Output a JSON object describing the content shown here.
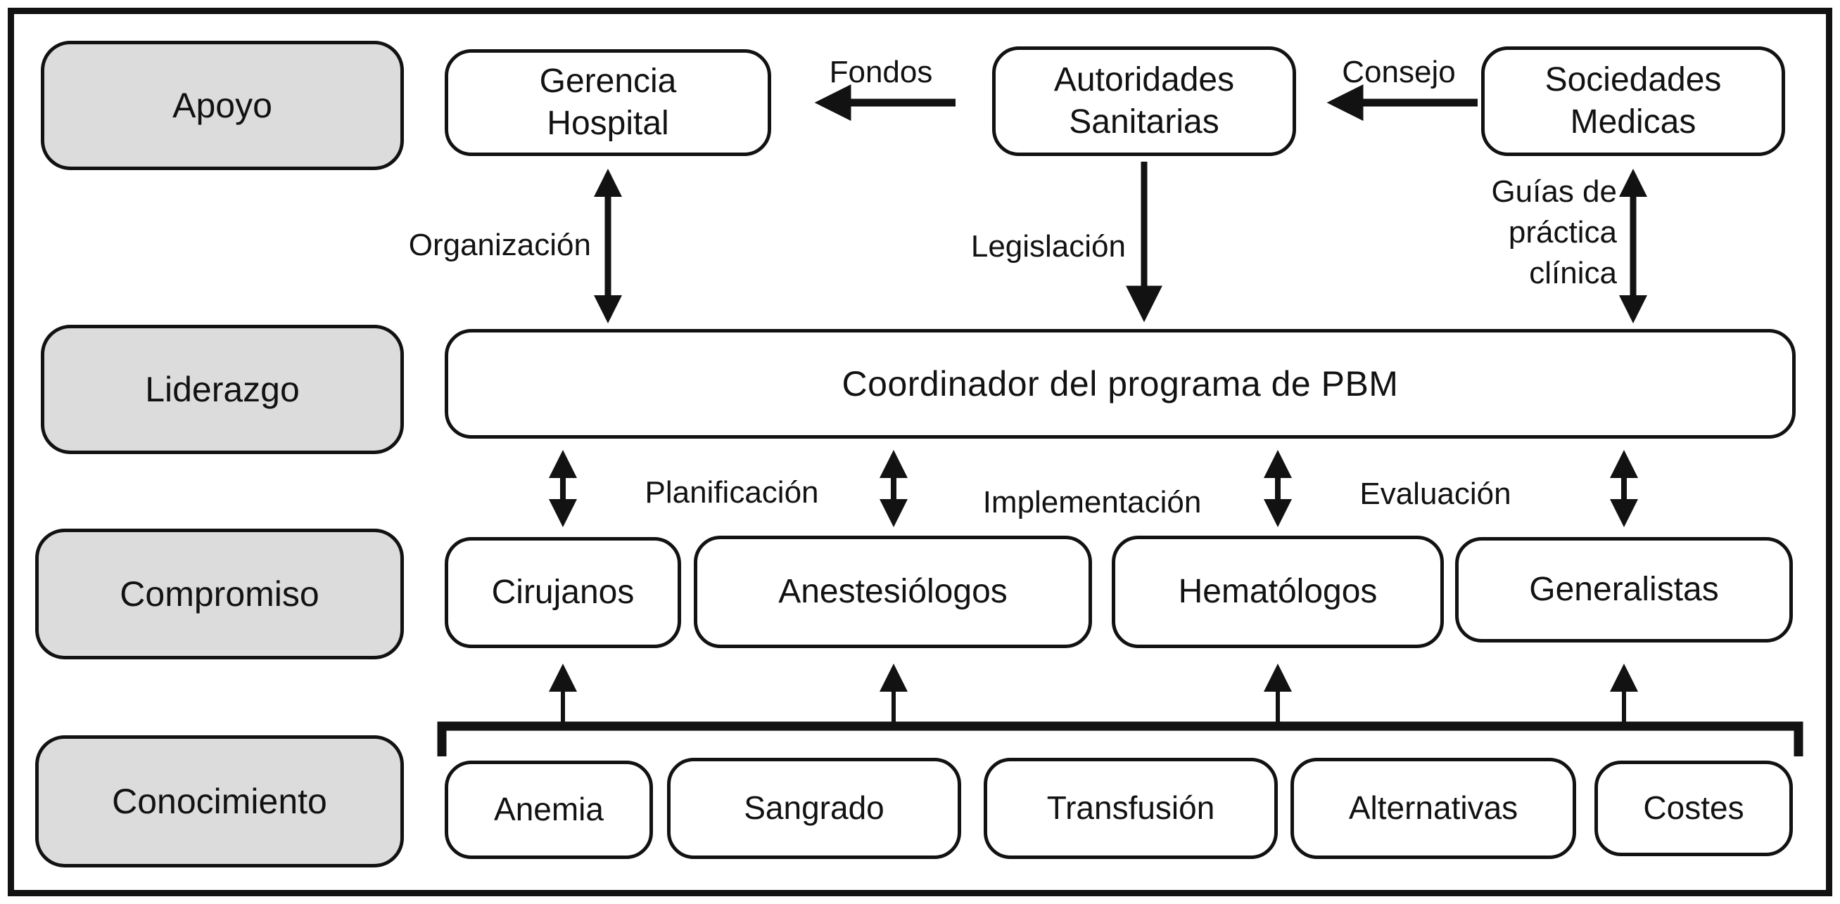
{
  "colors": {
    "background": "#ffffff",
    "node_fill": "#ffffff",
    "row_label_fill": "#dcdcdc",
    "line": "#121212"
  },
  "rows": [
    {
      "label": "Apoyo"
    },
    {
      "label": "Liderazgo"
    },
    {
      "label": "Compromiso"
    },
    {
      "label": "Conocimiento"
    }
  ],
  "support": {
    "gerencia": "Gerencia\nHospital",
    "autoridades": "Autoridades\nSanitarias",
    "sociedades": "Sociedades\nMedicas"
  },
  "coordinator": {
    "label": "Coordinador del programa de PBM"
  },
  "specialists": [
    {
      "label": "Cirujanos"
    },
    {
      "label": "Anestesiólogos"
    },
    {
      "label": "Hematólogos"
    },
    {
      "label": "Generalistas"
    }
  ],
  "knowledge": [
    {
      "label": "Anemia"
    },
    {
      "label": "Sangrado"
    },
    {
      "label": "Transfusión"
    },
    {
      "label": "Alternativas"
    },
    {
      "label": "Costes"
    }
  ],
  "edges": {
    "fondos": "Fondos",
    "consejo": "Consejo",
    "organizacion": "Organización",
    "legislacion": "Legislación",
    "guias": "Guías de\npráctica\nclínica",
    "planificacion": "Planificación",
    "implementacion": "Implementación",
    "evaluacion": "Evaluación"
  }
}
